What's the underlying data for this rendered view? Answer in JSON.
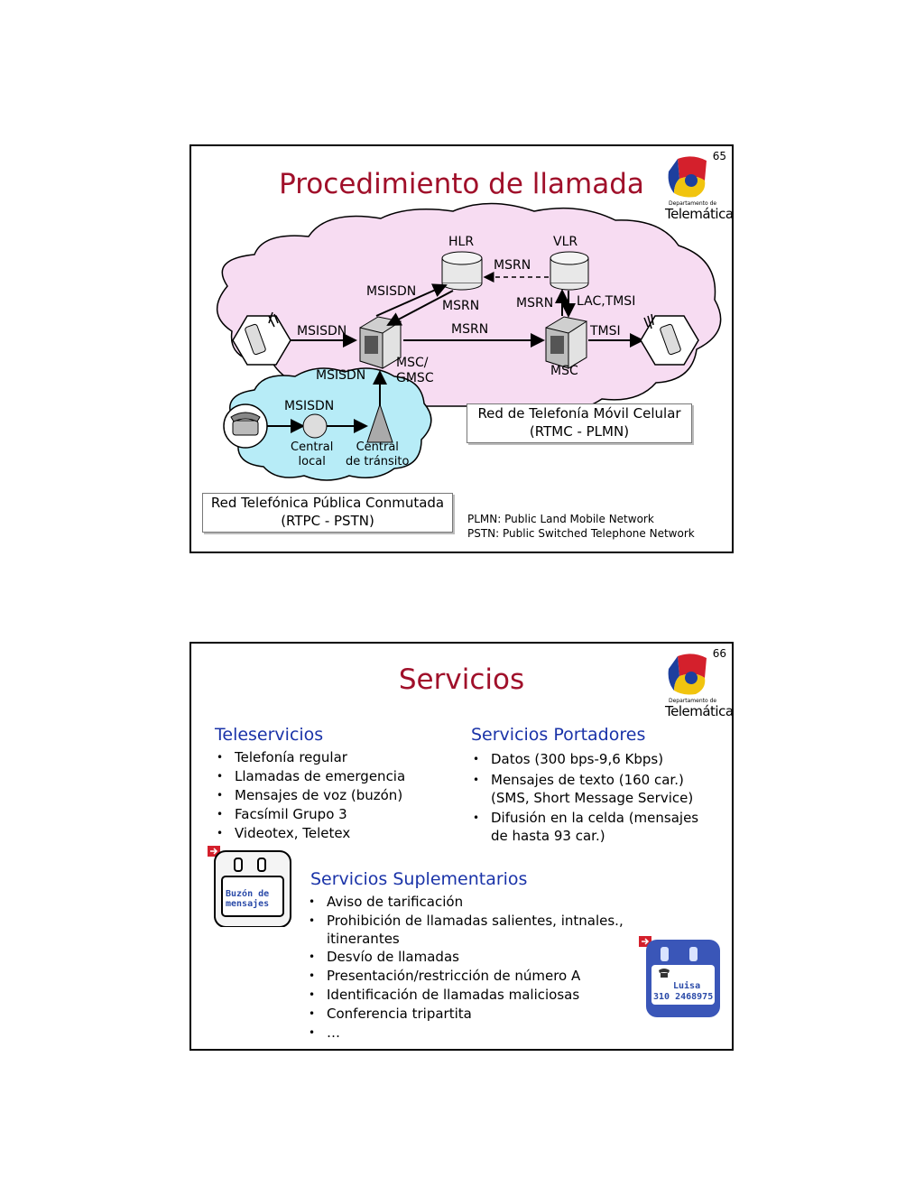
{
  "slide1": {
    "number": "65",
    "title": "Procedimiento de llamada",
    "logo": {
      "dept": "Departamento de",
      "name": "Telemática"
    },
    "labels": {
      "hlr": "HLR",
      "vlr": "VLR",
      "msrn_top": "MSRN",
      "msisdn_upper": "MSISDN",
      "msrn_diag": "MSRN",
      "msrn_vlr": "MSRN",
      "lac_tmsi": "LAC,TMSI",
      "msisdn_left": "MSISDN",
      "msrn_mid": "MSRN",
      "tmsi": "TMSI",
      "msisdn_lower": "MSISDN",
      "msc_gmsc": "MSC/\nGMSC",
      "msc": "MSC",
      "msisdn_pstn": "MSISDN",
      "central_local": "Central\nlocal",
      "central_transito": "Central\nde tránsito"
    },
    "rtmc_box": "Red de Telefonía Móvil Celular\n(RTMC - PLMN)",
    "rtpc_box": "Red Telefónica Pública Conmutada\n(RTPC - PSTN)",
    "note_plmn": "PLMN: Public Land Mobile Network",
    "note_pstn": "PSTN: Public Switched Telephone Network"
  },
  "slide2": {
    "number": "66",
    "title": "Servicios",
    "logo": {
      "dept": "Departamento de",
      "name": "Telemática"
    },
    "teleservicios": {
      "heading": "Teleservicios",
      "items": [
        "Telefonía regular",
        "Llamadas de emergencia",
        "Mensajes de voz (buzón)",
        "Facsímil Grupo 3",
        "Videotex, Teletex"
      ]
    },
    "portadores": {
      "heading": "Servicios Portadores",
      "items": [
        "Datos (300 bps-9,6 Kbps)",
        "Mensajes de texto (160 car.)\n(SMS, Short Message Service)",
        "Difusión en la celda (mensajes\nde hasta 93 car.)"
      ]
    },
    "suplementarios": {
      "heading": "Servicios Suplementarios",
      "items": [
        "Aviso de tarificación",
        "Prohibición de llamadas salientes, intnales.,\nitinerantes",
        "Desvío de llamadas",
        "Presentación/restricción de número A",
        "Identificación de llamadas maliciosas",
        "Conferencia tripartita",
        "…"
      ]
    },
    "phone1": {
      "screen_line1": "Buzón de",
      "screen_line2": "mensajes"
    },
    "phone2": {
      "screen_line1": "Luisa",
      "screen_line2": "310 2468975"
    }
  },
  "colors": {
    "title": "#a0102a",
    "heading": "#1a33a8",
    "plmn_cloud": "#f7dcf2",
    "pstn_cloud": "#b7ecf7"
  }
}
